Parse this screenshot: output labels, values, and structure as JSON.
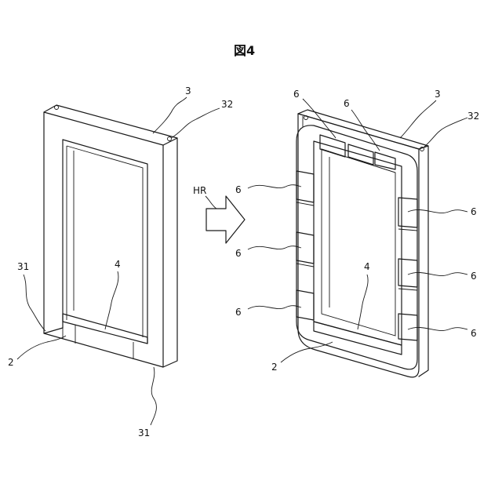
{
  "figure": {
    "title": "図4"
  },
  "arrow": {
    "label": "HR"
  },
  "left_panel": {
    "labels": {
      "frame_top": "3",
      "pin": "32",
      "side_left": "31",
      "sill": "2",
      "panel": "4",
      "side_right": "31"
    }
  },
  "right_panel": {
    "labels": {
      "frame_top": "3",
      "pin": "32",
      "panel": "4",
      "sill": "2",
      "pad_top_left": "6",
      "pad_top_mid": "6",
      "pad_left_1": "6",
      "pad_left_2": "6",
      "pad_left_3": "6",
      "pad_right_1": "6",
      "pad_right_2": "6",
      "pad_right_3": "6"
    }
  }
}
